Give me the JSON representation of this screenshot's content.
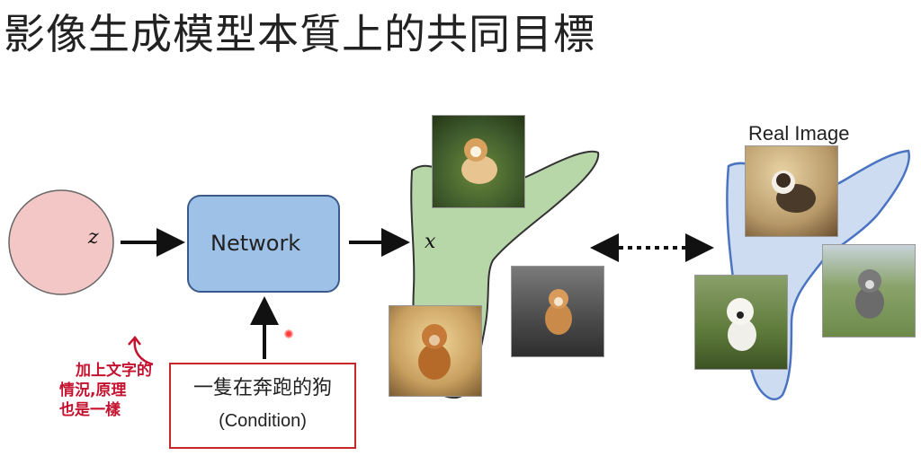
{
  "slide": {
    "title": "影像生成模型本質上的共同目標"
  },
  "diagram": {
    "z_label": "z",
    "network_label": "Network",
    "x_label": "x",
    "real_image_label": "Real Image",
    "condition_text": "一隻在奔跑的狗",
    "condition_tag": "(Condition)"
  },
  "annotation": {
    "line1": "加上文字的",
    "line2": "情況,原理",
    "line3": "也是一樣"
  },
  "colors": {
    "circle_fill": "#f4c7c7",
    "network_fill": "#9ec1e8",
    "generated_blob": "#b7d7a8",
    "real_blob": "#cddcf0",
    "real_blob_stroke": "#4a73c2",
    "annotation": "#c4122f"
  },
  "photos": [
    {
      "name": "generated-dog-photo-1",
      "bg": "#3f5a2c",
      "fur": "#d9a15e"
    },
    {
      "name": "generated-dog-photo-2",
      "bg": "#5a5a5a",
      "fur": "#c98a4a"
    },
    {
      "name": "generated-dog-photo-3",
      "bg": "#c8a060",
      "fur": "#b56a2a"
    },
    {
      "name": "real-dog-photo-1",
      "bg": "#b89a6a",
      "fur": "#4a3a2a"
    },
    {
      "name": "real-dog-photo-2",
      "bg": "#5e7a3a",
      "fur": "#f1efe9"
    },
    {
      "name": "real-dog-photo-3",
      "bg": "#6d8a4a",
      "fur": "#6b6b6b"
    }
  ]
}
